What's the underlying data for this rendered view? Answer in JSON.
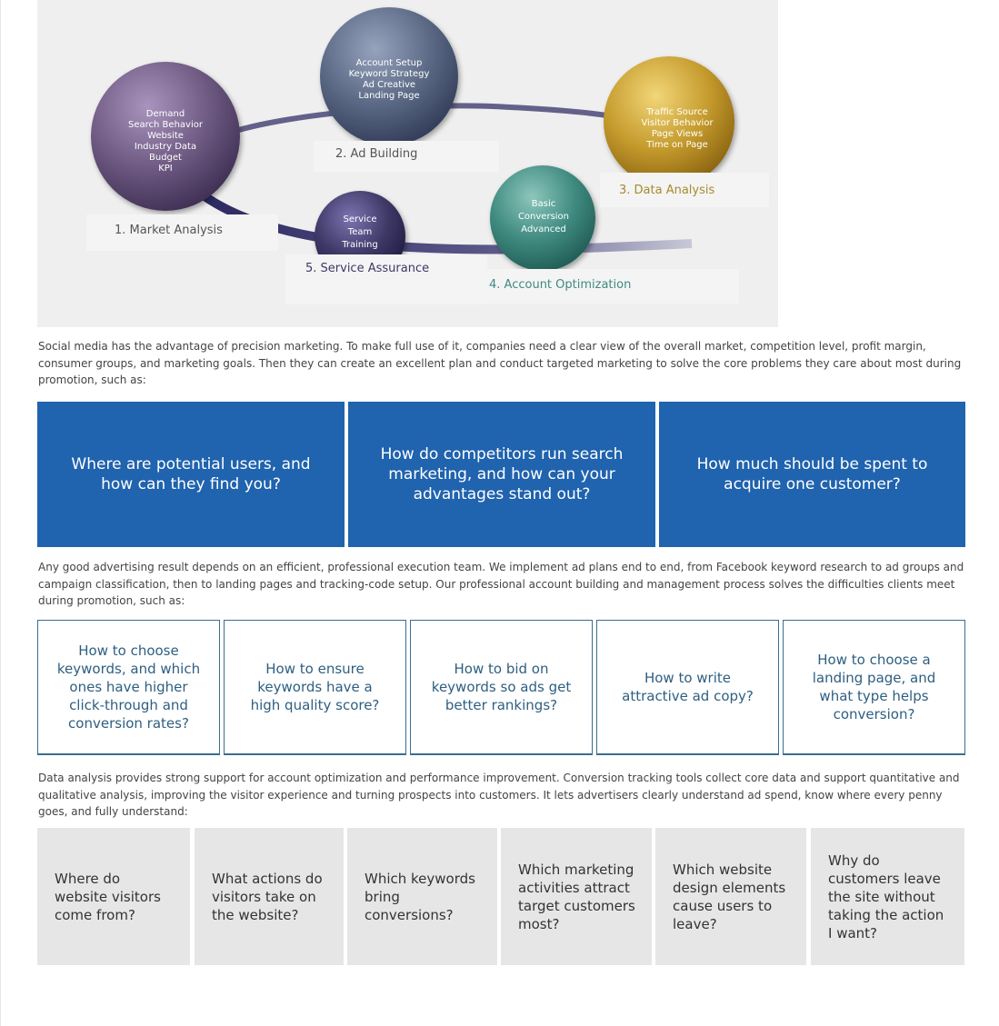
{
  "diagram": {
    "spheres": {
      "market": [
        "Demand",
        "Search Behavior",
        "Website",
        "Industry Data",
        "Budget",
        "KPI"
      ],
      "ad_building": [
        "Account Setup",
        "Keyword Strategy",
        "Ad Creative",
        "Landing Page"
      ],
      "data_analysis": [
        "Traffic Source",
        "Visitor Behavior",
        "Page Views",
        "Time on Page"
      ],
      "service": [
        "Service",
        "Team",
        "Training"
      ],
      "optimization": [
        "Basic",
        "Conversion",
        "Advanced"
      ]
    },
    "labels": {
      "market": "1. Market Analysis",
      "ad_building": "2. Ad Building",
      "data_analysis": "3. Data Analysis",
      "optimization": "4. Account Optimization",
      "service": "5. Service Assurance"
    },
    "colors": {
      "market": "#6e5a82",
      "ad_building": "#5a6884",
      "data_analysis": "#c49a2c",
      "optimization": "#3f8a80",
      "service": "#3e3866",
      "ring": "#4a4878"
    }
  },
  "paragraphs": {
    "p1": "Social media has the advantage of precision marketing. To make full use of it, companies need a clear view of the overall market, competition level, profit margin, consumer groups, and marketing goals. Then they can create an excellent plan and conduct targeted marketing to solve the core problems they care about most during promotion, such as:",
    "p2": "Any good advertising result depends on an efficient, professional execution team. We implement ad plans end to end, from Facebook keyword research to ad groups and campaign classification, then to landing pages and tracking-code setup. Our professional account building and management process solves the difficulties clients meet during promotion, such as:",
    "p3": "Data analysis provides strong support for account optimization and performance improvement. Conversion tracking tools collect core data and support quantitative and qualitative analysis, improving the visitor experience and turning prospects into customers. It lets advertisers clearly understand ad spend, know where every penny goes, and fully understand:"
  },
  "questions_market": [
    "Where are potential users, and how can they find you?",
    "How do competitors run search marketing, and how can your advantages stand out?",
    "How much should be spent to acquire one customer?"
  ],
  "questions_building": [
    "How to choose keywords, and which ones have higher click-through and conversion rates?",
    "How to ensure keywords have a high quality score?",
    "How to bid on keywords so ads get better rankings?",
    "How to write attractive ad copy?",
    "How to choose a landing page, and what type helps conversion?"
  ],
  "questions_analysis": [
    "Where do website visitors come from?",
    "What actions do visitors take on the website?",
    "Which keywords bring conversions?",
    "Which marketing activities attract target customers most?",
    "Which website design elements cause users to leave?",
    "Why do customers leave the site without taking the action I want?"
  ],
  "colors": {
    "blue_card": "#2063ae",
    "outline_text": "#2e5f80",
    "grey_card": "#e6e6e6"
  }
}
